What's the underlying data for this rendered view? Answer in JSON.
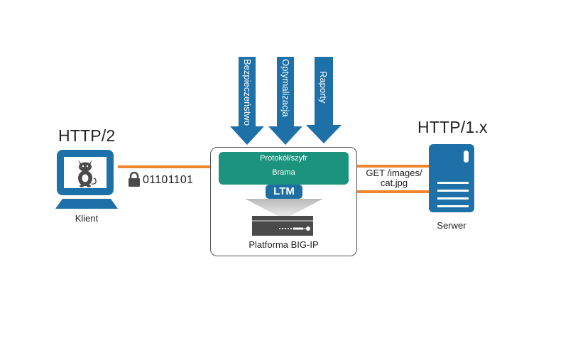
{
  "diagram": {
    "title": "BIG-IP HTTP/2 gateway",
    "client": {
      "protocol_label": "HTTP/2",
      "caption": "Klient",
      "encrypted_payload": "01101101"
    },
    "bigip": {
      "inputs": [
        {
          "label": "Bezpieczeństwo"
        },
        {
          "label": "Optymalizacja"
        },
        {
          "label": "Raporty"
        }
      ],
      "gateway_line1": "Protokół/szyfr",
      "gateway_line2": "Brama",
      "module_badge": "LTM",
      "caption": "Platforma BIG-IP"
    },
    "server": {
      "protocol_label": "HTTP/1.x",
      "caption": "Serwer",
      "request_line1": "GET /images/",
      "request_line2": "cat.jpg"
    },
    "colors": {
      "primary_blue": "#1d71a8",
      "gateway_green": "#1c937c",
      "wire_orange": "#f0852d",
      "device_gray": "#4a4a4a"
    }
  }
}
